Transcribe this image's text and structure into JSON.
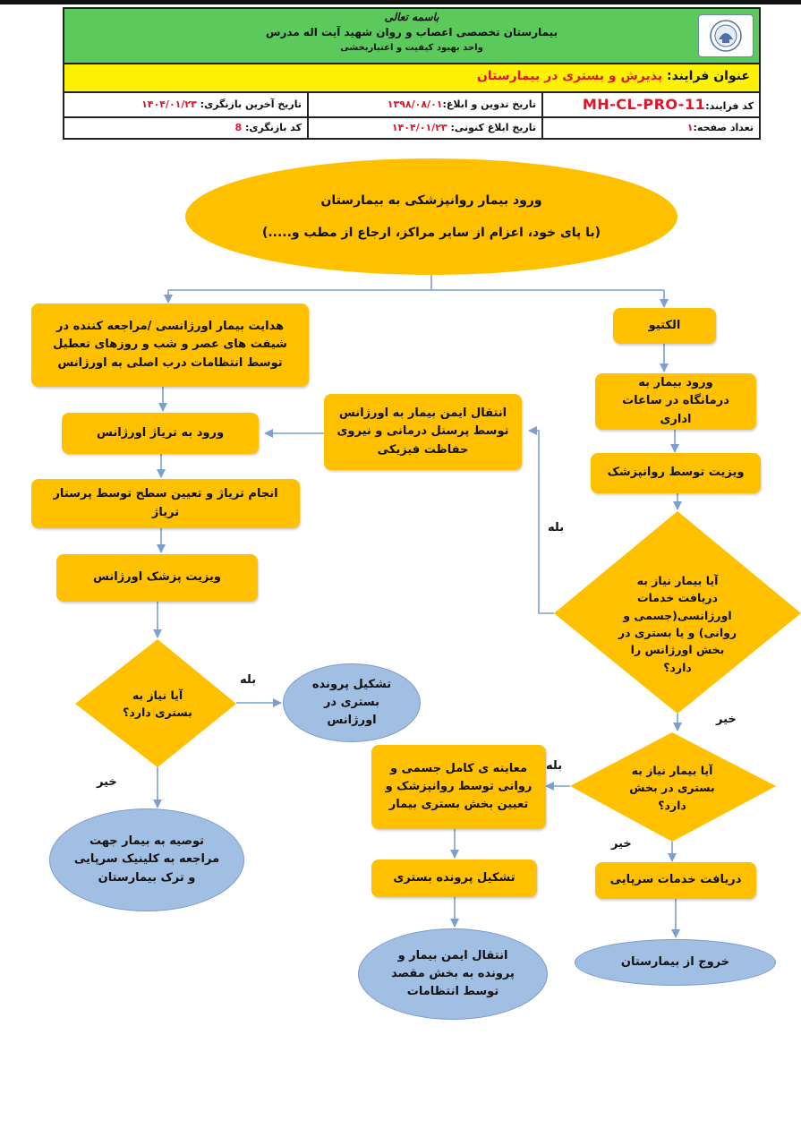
{
  "header": {
    "bismillah": "باسمه تعالی",
    "hospital": "بیمارستان تخصصی اعصاب و روان شهید آیت اله مدرس",
    "unit": "واحد بهبود کیفیت و اعتباربخشی",
    "process_title_label": "عنوان فرایند:",
    "process_title_value": "پذیرش و بستری در بیمارستان",
    "process_code_label": "کد فرایند:",
    "process_code_value": "MH-CL-PRO-11",
    "compile_date_label": "تاریخ تدوین و ابلاغ:",
    "compile_date_value": "۱۳۹۸/۰۸/۰۱",
    "last_review_label": "تاریخ آخرین بازنگری:",
    "last_review_value": "۱۴۰۴/۰۱/۲۳",
    "page_count_label": "تعداد صفحه:",
    "page_count_value": "۱",
    "current_notice_label": "تاریخ ابلاغ کنونی:",
    "current_notice_value": "۱۴۰۴/۰۱/۲۳",
    "review_code_label": "کد بازنگری:",
    "review_code_value": "8"
  },
  "flow": {
    "start_line1": "ورود بیمار روانپزشکی به بیمارستان",
    "start_line2": "(با پای خود، اعزام از سایر مراکز، ارجاع از مطب و.....)",
    "elective": "الکتیو",
    "clinic_entry": "ورود بیمار به درمانگاه در ساعات اداری",
    "psych_visit": "ویزیت توسط روانپزشک",
    "need_emergency_question": "آیا بیمار نیاز به دریافت خدمات اورژانسی(جسمی و روانی) و یا بستری در بخش اورژانس را دارد؟",
    "need_ward_question": "آیا بیمار نیاز به بستری در بخش دارد؟",
    "outpatient_services": "دریافت خدمات سرپایی",
    "exit_hospital": "خروج از بیمارستان",
    "full_exam": "معاینه ی کامل جسمی و روانی توسط روانپزشک و تعیین بخش بستری بیمار",
    "ward_file": "تشکیل پرونده بستری",
    "ward_transfer": "انتقال ایمن بیمار و پرونده به بخش مقصد توسط انتظامات",
    "emergency_guide": "هدایت بیمار اورژانسی /مراجعه کننده در شیفت های عصر و شب و روزهای تعطیل توسط انتظامات درب اصلی به اورژانس",
    "safe_transfer_er": "انتقال ایمن بیمار به اورژانس توسط پرسنل درمانی و نیروی حفاظت فیزیکی",
    "triage_entry": "ورود به تریاژ اورژانس",
    "triage_level": "انجام تریاژ و تعیین سطح توسط پرستار تریاژ",
    "er_visit": "ویزیت پزشک اورژانس",
    "need_admission_question": "آیا نیاز به بستری دارد؟",
    "er_file": "تشکیل پرونده بستری در اورژانس",
    "clinic_referral": "توصیه به بیمار جهت مراجعه به کلینیک سرپایی و ترک بیمارستان",
    "yes": "بله",
    "no": "خیر"
  }
}
